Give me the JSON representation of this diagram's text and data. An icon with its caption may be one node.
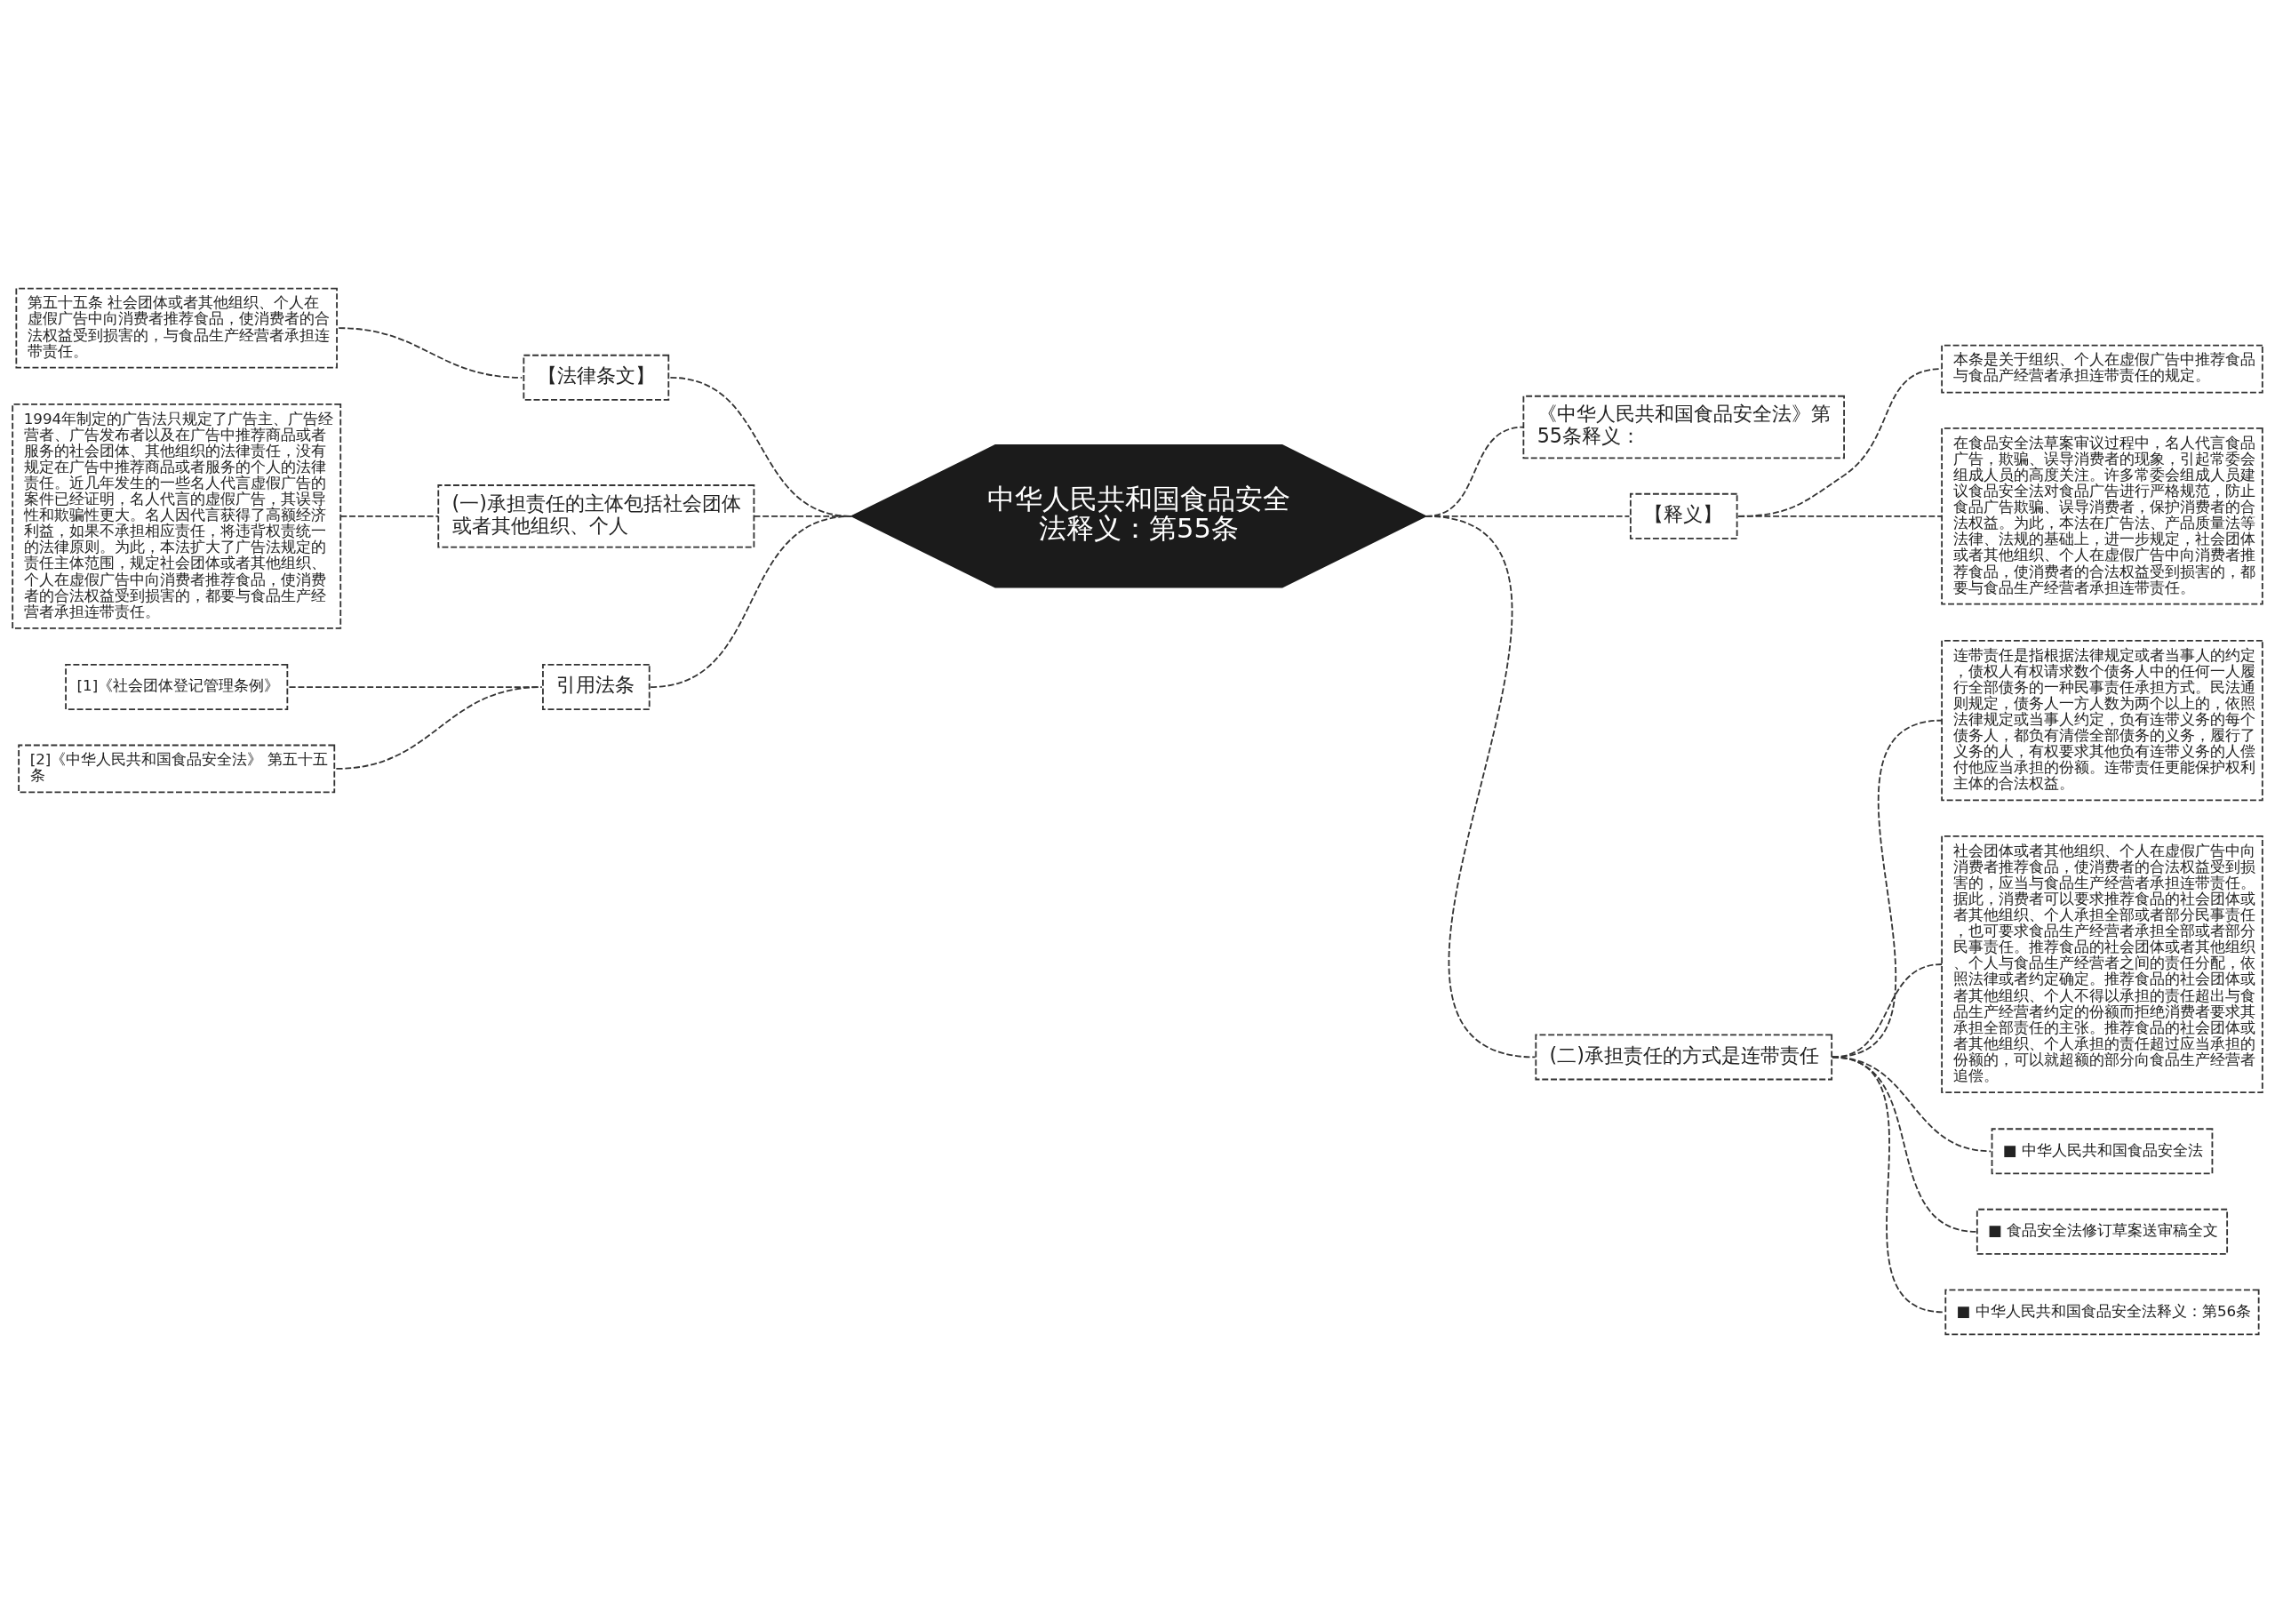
{
  "diagram": {
    "nodes": [
      {
        "text": [
          "中华人民共和国食品安全法释义：第55条"
        ]
      },
      {
        "text": [
          "【法律条文】"
        ]
      },
      {
        "text": [
          "第五十五条 社会团体或者其他组织、个人在虚假广告中向消费者推荐食品，使消费者的合法权益受到损害的，与食品生产经营者承担连带责任。"
        ]
      },
      {
        "text": [
          "(一)承担责任的主体包括社会团体或者其他组织、个人"
        ]
      },
      {
        "text": [
          "1994年制定的广告法只规定了广告主、广告经营者、广告发布者以及在广告中推荐商品或者服务的社会团体、其他组织的法律责任，没有规定在广告中推荐商品或者服务的个人的法律责任。近几年发生的一些名人代言虚假广告的案件已经证明，名人代言的虚假广告，其误导性和欺骗性更大。名人因代言获得了高额经济利益，如果不承担相应责任，将违背权责统一的法律原则。为此，本法扩大了广告法规定的责任主体范围，规定社会团体或者其他组织、个人在虚假广告中向消费者推荐食品，使消费者的合法权益受到损害的，都要与食品生产经营者承担连带责任。"
        ]
      },
      {
        "text": [
          "引用法条"
        ]
      },
      {
        "text": [
          "[1]《社会团体登记管理条例》"
        ]
      },
      {
        "text": [
          "[2]《中华人民共和国食品安全法》 第五十五条"
        ]
      },
      {
        "text": [
          "《中华人民共和国食品安全法》第55条释义："
        ]
      },
      {
        "text": [
          "【释义】"
        ]
      },
      {
        "text": [
          "本条是关于组织、个人在虚假广告中推荐食品与食品产经营者承担连带责任的规定。"
        ]
      },
      {
        "text": [
          "在食品安全法草案审议过程中，名人代言食品广告，欺骗、误导消费者的现象，引起常委会组成人员的高度关注。许多常委会组成人员建议食品安全法对食品广告进行严格规范，防止食品广告欺骗、误导消费者，保护消费者的合法权益。为此，本法在广告法、产品质量法等法律、法规的基础上，进一步规定，社会团体或者其他组织、个人在虚假广告中向消费者推荐食品，使消费者的合法权益受到损害的，都要与食品生产经营者承担连带责任。"
        ]
      },
      {
        "text": [
          "(二)承担责任的方式是连带责任"
        ]
      },
      {
        "text": [
          "连带责任是指根据法律规定或者当事人的约定，债权人有权请求数个债务人中的任何一人履行全部债务的一种民事责任承担方式。民法通则规定，债务人一方人数为两个以上的，依照法律规定或当事人约定，负有连带义务的每个债务人，都负有清偿全部债务的义务，履行了义务的人，有权要求其他负有连带义务的人偿付他应当承担的份额。连带责任更能保护权利主体的合法权益。"
        ]
      },
      {
        "text": [
          "社会团体或者其他组织、个人在虚假广告中向消费者推荐食品，使消费者的合法权益受到损害的，应当与食品生产经营者承担连带责任。据此，消费者可以要求推荐食品的社会团体或者其他组织、个人承担全部或者部分民事责任，也可要求食品生产经营者承担全部或者部分民事责任。推荐食品的社会团体或者其他组织、个人与食品生产经营者之间的责任分配，依照法律或者约定确定。推荐食品的社会团体或者其他组织、个人不得以承担的责任超出与食品生产经营者约定的份额而拒绝消费者要求其承担全部责任的主张。推荐食品的社会团体或者其他组织、个人承担的责任超过应当承担的份额的，可以就超额的部分向食品生产经营者追偿。"
        ]
      },
      {
        "text": [
          "■ 中华人民共和国食品安全法"
        ]
      },
      {
        "text": [
          "■ 食品安全法修订草案送审稿全文"
        ]
      },
      {
        "text": [
          "■ 中华人民共和国食品安全法释义：第56条"
        ]
      }
    ],
    "edges": [
      {
        "from": 0,
        "to": 1,
        "arrow": "none"
      },
      {
        "from": 1,
        "to": 2,
        "arrow": "none"
      },
      {
        "from": 0,
        "to": 3,
        "arrow": "none"
      },
      {
        "from": 3,
        "to": 4,
        "arrow": "none"
      },
      {
        "from": 0,
        "to": 5,
        "arrow": "none"
      },
      {
        "from": 5,
        "to": 6,
        "arrow": "none"
      },
      {
        "from": 5,
        "to": 7,
        "arrow": "none"
      },
      {
        "from": 0,
        "to": 8,
        "arrow": "none"
      },
      {
        "from": 0,
        "to": 9,
        "arrow": "none"
      },
      {
        "from": 9,
        "to": 10,
        "arrow": "none"
      },
      {
        "from": 9,
        "to": 11,
        "arrow": "none"
      },
      {
        "from": 0,
        "to": 12,
        "arrow": "none"
      },
      {
        "from": 12,
        "to": 13,
        "arrow": "none"
      },
      {
        "from": 12,
        "to": 14,
        "arrow": "none"
      },
      {
        "from": 12,
        "to": 15,
        "arrow": "none"
      },
      {
        "from": 12,
        "to": 16,
        "arrow": "none"
      },
      {
        "from": 12,
        "to": 17,
        "arrow": "none"
      }
    ]
  }
}
